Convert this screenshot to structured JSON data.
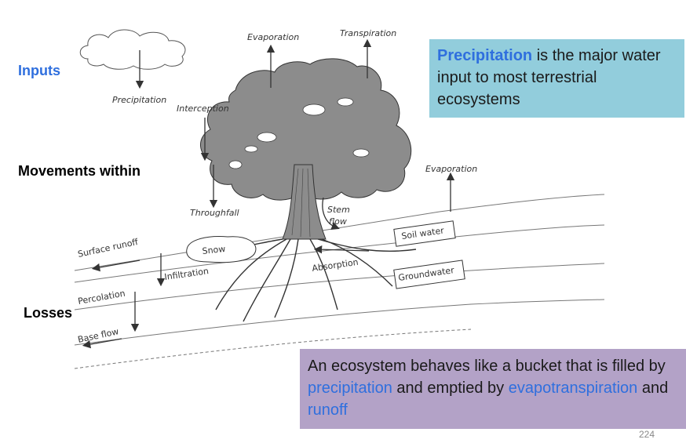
{
  "side_labels": {
    "inputs": "Inputs",
    "movements": "Movements within",
    "losses": "Losses"
  },
  "colors": {
    "inputs_label": "#2f6fde",
    "highlight": "#2f6fde",
    "box_top": "#92cddc",
    "box_bottom": "#b3a2c7",
    "tree": "#8c8c8c"
  },
  "diagram_labels": {
    "evaporation_tree": "Evaporation",
    "transpiration": "Transpiration",
    "precipitation": "Precipitation",
    "interception": "Interception",
    "throughfall": "Throughfall",
    "stem": "Stem",
    "flow": "flow",
    "evaporation_soil": "Evaporation",
    "soil_water": "Soil water",
    "groundwater": "Groundwater",
    "absorption": "Absorption",
    "snow": "Snow",
    "surface_runoff": "Surface runoff",
    "infiltration": "Infiltration",
    "percolation": "Percolation",
    "base_flow": "Base flow"
  },
  "box_top": {
    "term": "Precipitation",
    "rest": " is the major water input to most terrestrial ecosystems"
  },
  "box_bottom": {
    "part1": "An ecosystem behaves like a bucket that is filled by ",
    "term1": "precipitation",
    "part2": " and emptied by ",
    "term2": "evapotranspiration",
    "part3": " and ",
    "term3": "runoff"
  },
  "page_number": "224"
}
